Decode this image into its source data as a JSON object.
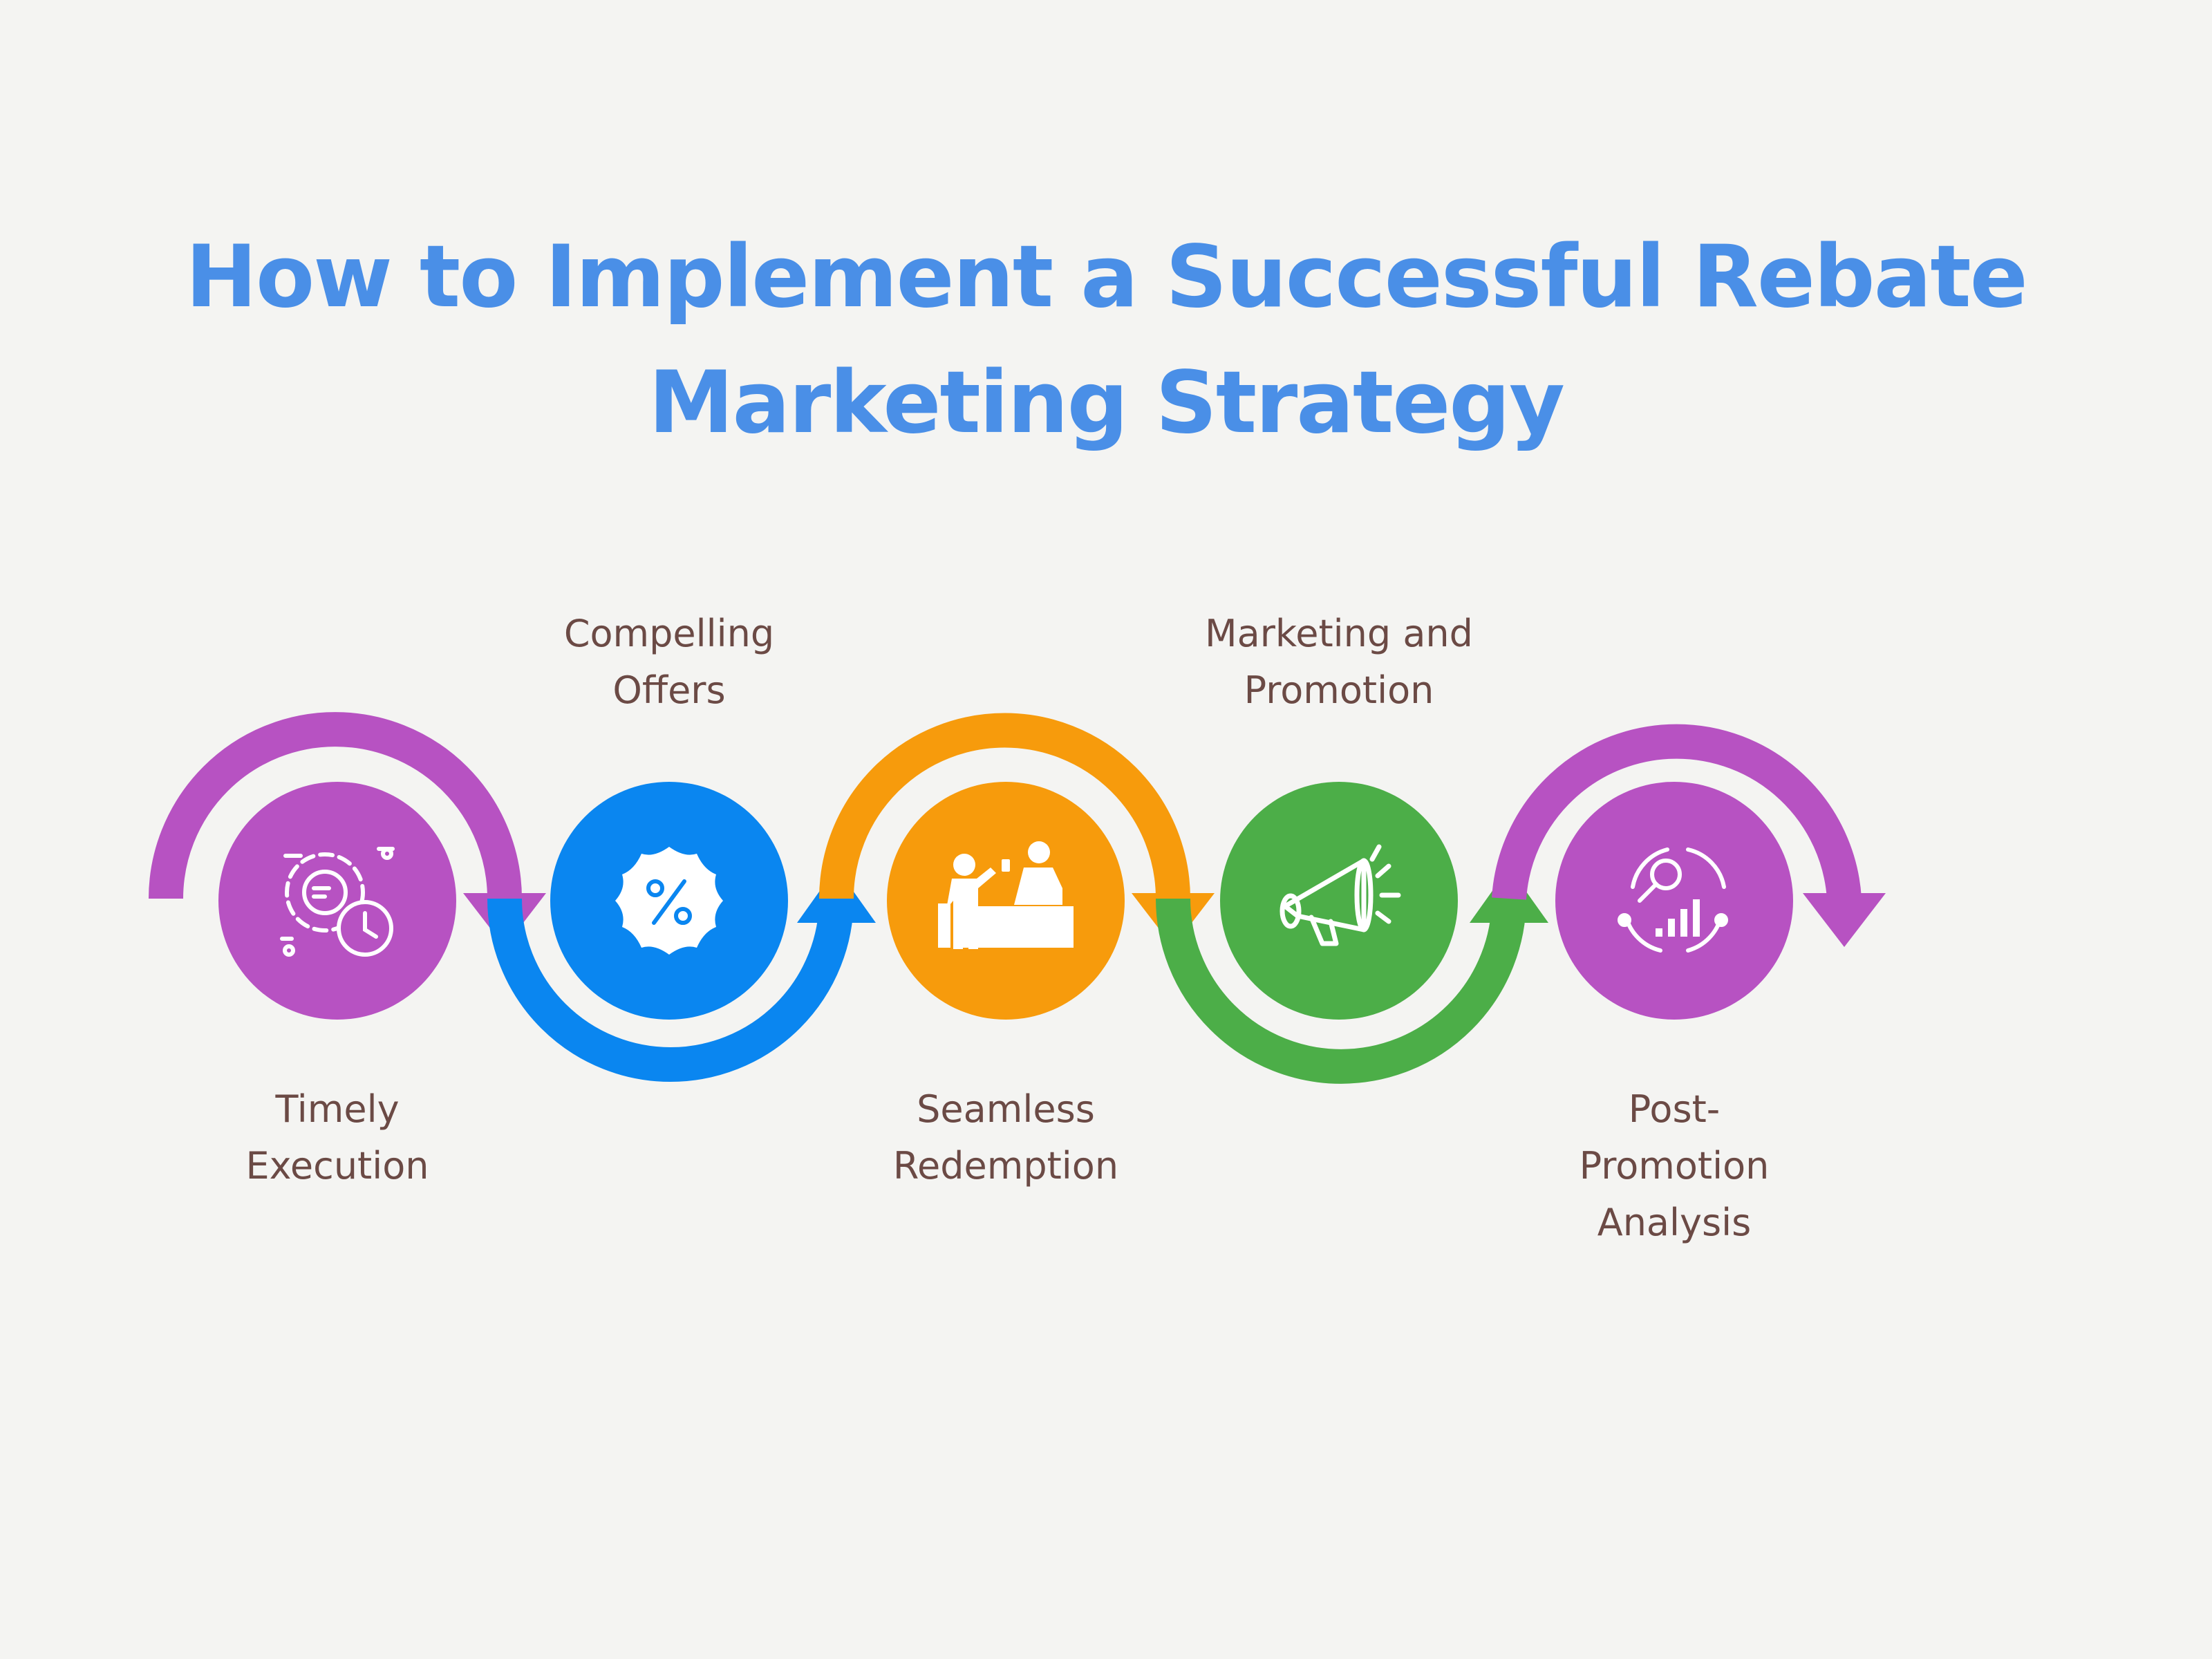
{
  "title": {
    "line1": "How to Implement a Successful Rebate",
    "line2": "Marketing Strategy"
  },
  "steps": [
    {
      "label_lines": [
        "Timely",
        "Execution"
      ],
      "color": "#b752c2",
      "icon": "gear-clock-icon"
    },
    {
      "label_lines": [
        "Compelling",
        "Offers"
      ],
      "color": "#0a86f0",
      "icon": "percent-badge-icon"
    },
    {
      "label_lines": [
        "Seamless",
        "Redemption"
      ],
      "color": "#f79b0c",
      "icon": "counter-service-icon"
    },
    {
      "label_lines": [
        "Marketing and",
        "Promotion"
      ],
      "color": "#4cae48",
      "icon": "megaphone-icon"
    },
    {
      "label_lines": [
        "Post-",
        "Promotion",
        "Analysis"
      ],
      "color": "#b752c2",
      "icon": "analytics-cycle-icon"
    }
  ]
}
